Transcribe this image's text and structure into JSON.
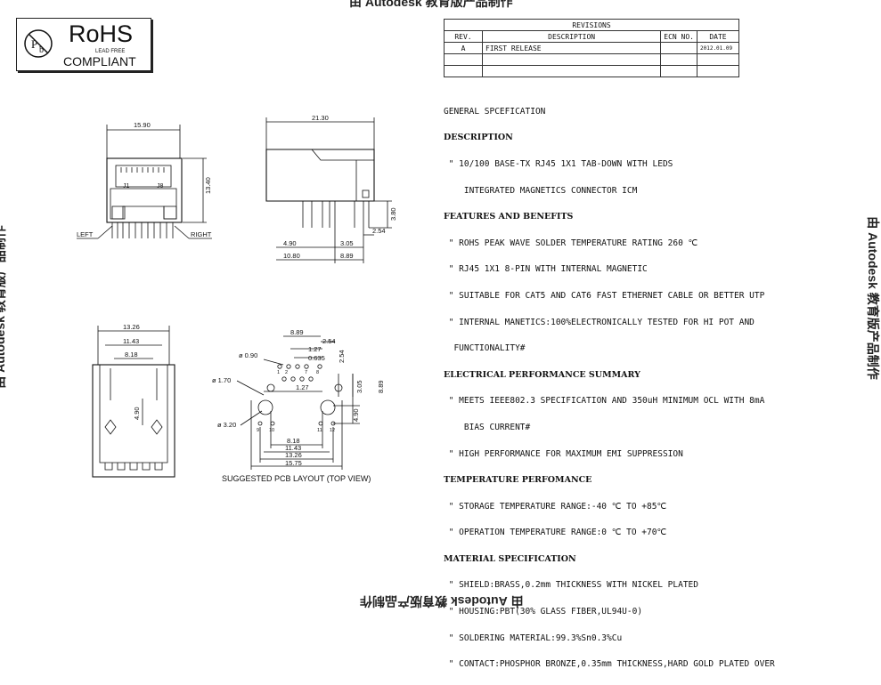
{
  "watermark": {
    "text": "由 Autodesk 教育版产品制作"
  },
  "rohs": {
    "title": "RoHS",
    "lead_free": "LEAD FREE",
    "compliant": "COMPLIANT"
  },
  "revisions": {
    "title": "REVISIONS",
    "headers": [
      "REV.",
      "DESCRIPTION",
      "ECN NO.",
      "DATE"
    ],
    "rows": [
      [
        "A",
        "FIRST RELEASE",
        "",
        "2012.01.09"
      ],
      [
        "",
        "",
        "",
        ""
      ],
      [
        "",
        "",
        "",
        ""
      ]
    ]
  },
  "spec": {
    "title": "GENERAL SPCEFICATION",
    "sections": [
      {
        "heading": "DESCRIPTION",
        "lines": [
          " \" 10/100 BASE-TX RJ45 1X1 TAB-DOWN WITH LEDS",
          "    INTEGRATED MAGNETICS CONNECTOR ICM"
        ]
      },
      {
        "heading": "FEATURES AND BENEFITS",
        "lines": [
          " \" ROHS PEAK WAVE SOLDER TEMPERATURE RATING 260 ℃",
          " \" RJ45 1X1 8-PIN WITH INTERNAL MAGNETIC",
          " \" SUITABLE FOR CAT5 AND CAT6 FAST ETHERNET CABLE OR BETTER UTP",
          " \" INTERNAL MANETICS:100%ELECTRONICALLY TESTED FOR HI POT AND",
          "  FUNCTIONALITY#"
        ]
      },
      {
        "heading": "ELECTRICAL PERFORMANCE SUMMARY",
        "lines": [
          " \" MEETS IEEE802.3 SPECIFICATION AND 350uH MINIMUM OCL WITH 8mA",
          "    BIAS CURRENT#",
          " \" HIGH PERFORMANCE FOR MAXIMUM EMI SUPPRESSION"
        ]
      },
      {
        "heading": "TEMPERATURE PERFOMANCE",
        "lines": [
          " \" STORAGE TEMPERATURE RANGE:-40 ℃ TO +85℃",
          " \" OPERATION TEMPERATURE RANGE:0 ℃ TO +70℃"
        ]
      },
      {
        "heading": "MATERIAL SPECIFICATION",
        "lines": [
          " \" SHIELD:BRASS,0.2mm THICKNESS WITH NICKEL PLATED",
          " \" HOUSING:PBT(30% GLASS FIBER,UL94U-0)",
          " \" SOLDERING MATERIAL:99.3%Sn0.3%Cu",
          " \" CONTACT:PHOSPHOR BRONZE,0.35mm THICKNESS,HARD GOLD PLATED OVER"
        ]
      }
    ]
  },
  "drawing": {
    "front": {
      "width": "15.90",
      "height": "13.40",
      "left": "LEFT",
      "right": "RIGHT",
      "j1": "J1",
      "j8": "J8"
    },
    "side": {
      "length": "21.30",
      "pin_len": "3.80",
      "d1": "2.54",
      "d2": "4.90",
      "d3": "3.05",
      "d4": "10.80",
      "d5": "8.89"
    },
    "bottom": {
      "w1": "13.26",
      "w2": "11.43",
      "w3": "8.18",
      "h": "4.90"
    },
    "pcb": {
      "caption": "SUGGESTED PCB LAYOUT (TOP VIEW)",
      "top1": "8.89",
      "top2": "2.54",
      "top3": "1.27",
      "top4": "0.635",
      "r254": "2.54",
      "hole1": "ø 0.90",
      "hole2": "ø 1.70",
      "hole3": "ø 3.20",
      "pitch": "1.27",
      "v1": "3.05",
      "v2": "8.89",
      "v3": "4.90",
      "b1": "8.18",
      "b2": "11.43",
      "b3": "13.26",
      "b4": "15.75",
      "pin_labels": [
        "1",
        "2",
        "7",
        "8",
        "9",
        "10",
        "11",
        "12"
      ]
    }
  }
}
